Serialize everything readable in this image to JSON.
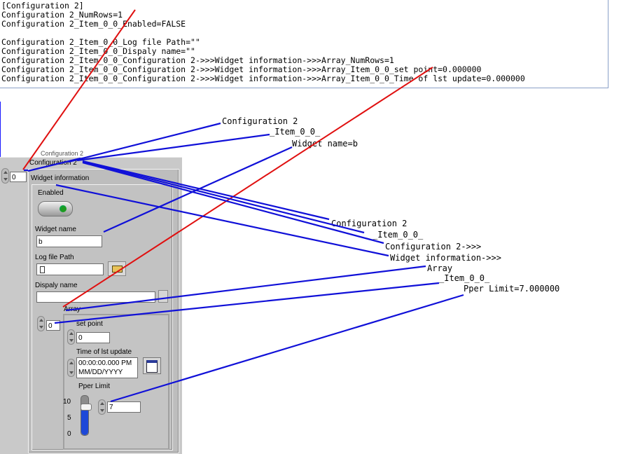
{
  "ini_text": {
    "lines": [
      "[Configuration 2]",
      "Configuration 2_NumRows=1",
      "Configuration 2_Item_0_0_Enabled=FALSE",
      "",
      "Configuration 2_Item_0_0_Log file Path=\"\"",
      "Configuration 2_Item_0_0_Dispaly name=\"\"",
      "Configuration 2_Item_0_0_Configuration 2->>>Widget information->>>Array_NumRows=1",
      "Configuration 2_Item_0_0_Configuration 2->>>Widget information->>>Array_Item_0_0_set point=0.000000",
      "Configuration 2_Item_0_0_Configuration 2->>>Widget information->>>Array_Item_0_0_Time of lst update=0.000000"
    ]
  },
  "annotations": {
    "group1": [
      "Configuration 2",
      "_Item_0_0_",
      "Widget name=b"
    ],
    "group2": [
      "Configuration 2",
      "_Item_0_0_",
      "Configuration 2->>>",
      "Widget information->>>",
      "Array",
      "_Item_0_0_",
      "Pper Limit=7.000000"
    ]
  },
  "panel": {
    "top_label_partial": "Configuration 2",
    "cluster_label": "Configuration 2",
    "outer_index": "0",
    "widget_info_label": "Widget information",
    "enabled_label": "Enabled",
    "widget_name_label": "Widget name",
    "widget_name_value": "b",
    "log_path_label": "Log file Path",
    "log_path_value": "",
    "display_name_label": "Dispaly name",
    "display_name_value": "",
    "array_label": "Array",
    "array_index": "0",
    "set_point_label": "set point",
    "set_point_value": "0",
    "time_label": "Time of lst update",
    "time_value_line1": "00:00:00.000 PM",
    "time_value_line2": "MM/DD/YYYY",
    "upper_limit_label": "Pper Limit",
    "upper_limit_value": "7",
    "slider_ticks": [
      "10",
      "5",
      "0"
    ],
    "slider_level_fraction": 0.7
  },
  "colors": {
    "red_line": "#e01010",
    "blue_line": "#1010d8",
    "toggle_green": "#1f9a1f"
  }
}
